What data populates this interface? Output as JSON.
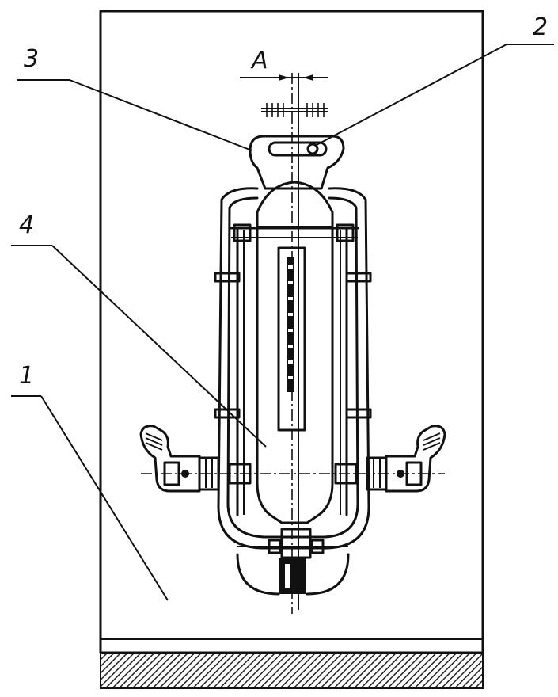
{
  "diagram": {
    "callouts": [
      {
        "id": "1",
        "text": "1"
      },
      {
        "id": "2",
        "text": "2"
      },
      {
        "id": "3",
        "text": "3"
      },
      {
        "id": "4",
        "text": "4"
      }
    ],
    "section_marker": "A",
    "colors": {
      "ink": "#111111",
      "paper": "#ffffff",
      "ground_hatch": "#222222"
    }
  }
}
